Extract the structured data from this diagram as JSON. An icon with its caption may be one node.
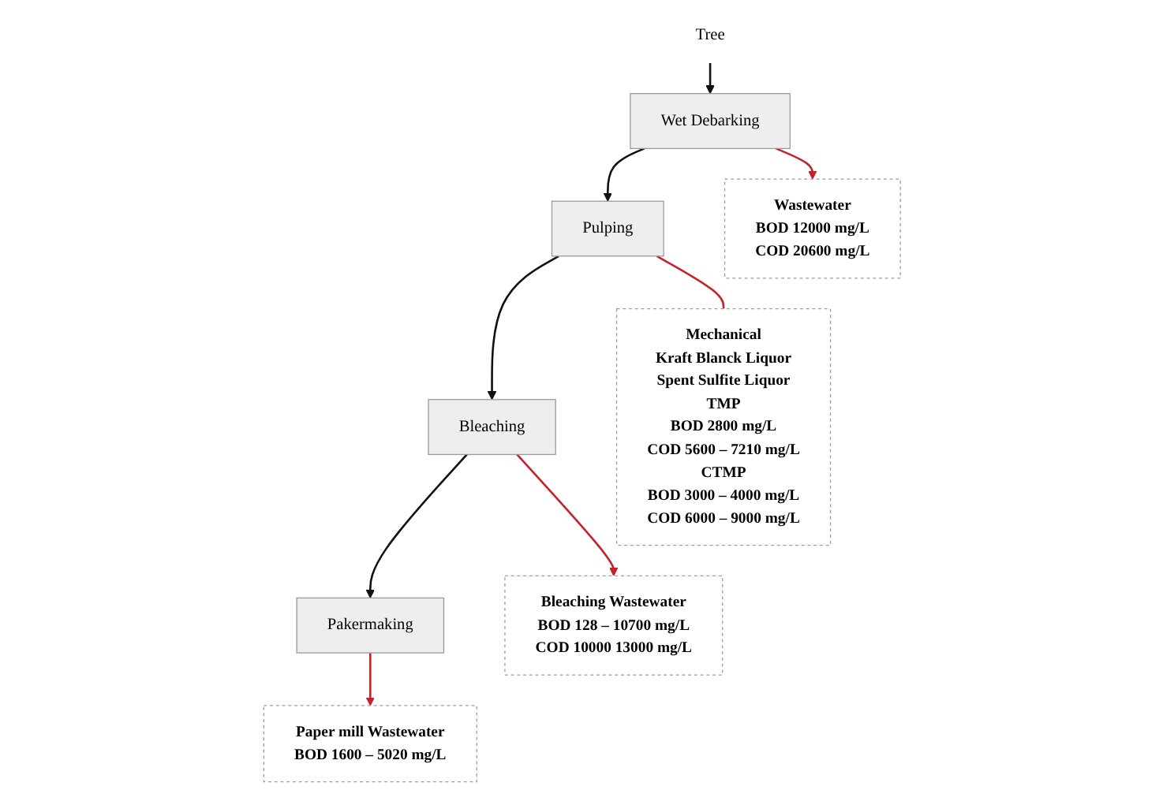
{
  "diagram": {
    "nodes": [
      {
        "text": [
          "Tree"
        ]
      },
      {
        "text": [
          "Wet Debarking"
        ]
      },
      {
        "text": [
          "Pulping"
        ]
      },
      {
        "text": [
          "Bleaching"
        ]
      },
      {
        "text": [
          "Pakermaking"
        ]
      },
      {
        "text": [
          "Wastewater",
          "BOD 12000 mg/L",
          "COD 20600 mg/L"
        ]
      },
      {
        "text": [
          "Mechanical",
          "Kraft Blanck Liquor",
          "Spent Sulfite Liquor",
          "TMP",
          "BOD 2800 mg/L",
          "COD 5600 – 7210 mg/L",
          "CTMP",
          "BOD 3000 – 4000 mg/L",
          "COD 6000 – 9000 mg/L"
        ]
      },
      {
        "text": [
          "Bleaching Wastewater",
          "BOD 128 – 10700 mg/L",
          "COD 10000 13000 mg/L"
        ]
      },
      {
        "text": [
          "Paper mill Wastewater",
          "BOD 1600 – 5020 mg/L"
        ]
      }
    ],
    "edges": [
      {
        "from": 0,
        "to": 1,
        "arrow": "to"
      },
      {
        "from": 1,
        "to": 2,
        "arrow": "to"
      },
      {
        "from": 2,
        "to": 3,
        "arrow": "to"
      },
      {
        "from": 3,
        "to": 4,
        "arrow": "to"
      },
      {
        "from": 1,
        "to": 5,
        "arrow": "to",
        "color": "#c8202a"
      },
      {
        "from": 2,
        "to": 6,
        "arrow": "none",
        "color": "#c8202a"
      },
      {
        "from": 3,
        "to": 7,
        "arrow": "to",
        "color": "#c8202a"
      },
      {
        "from": 4,
        "to": 8,
        "arrow": "to",
        "color": "#c8202a"
      }
    ]
  }
}
